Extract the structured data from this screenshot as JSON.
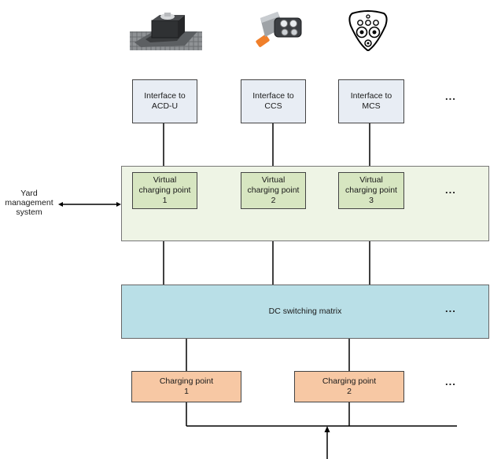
{
  "interfaces": [
    {
      "line1": "Interface to",
      "line2": "ACD-U"
    },
    {
      "line1": "Interface to",
      "line2": "CCS"
    },
    {
      "line1": "Interface to",
      "line2": "MCS"
    }
  ],
  "virtual_points": [
    {
      "line1": "Virtual",
      "line2": "charging point",
      "line3": "1"
    },
    {
      "line1": "Virtual",
      "line2": "charging point",
      "line3": "2"
    },
    {
      "line1": "Virtual",
      "line2": "charging point",
      "line3": "3"
    }
  ],
  "yard_system": {
    "line1": "Yard",
    "line2": "management",
    "line3": "system"
  },
  "dc_matrix": {
    "label": "DC switching matrix"
  },
  "charging_points": [
    {
      "line1": "Charging point",
      "line2": "1"
    },
    {
      "line1": "Charging point",
      "line2": "2"
    }
  ],
  "ellipsis": "...",
  "colors": {
    "interface": "#e8edf4",
    "virtual": "#d7e6c1",
    "yard_panel": "#eef4e5",
    "dc_matrix": "#b9dfe7",
    "charging_point": "#f7c8a4"
  },
  "icons": [
    "acd-pantograph-icon",
    "ccs-connector-icon",
    "mcs-socket-icon"
  ]
}
